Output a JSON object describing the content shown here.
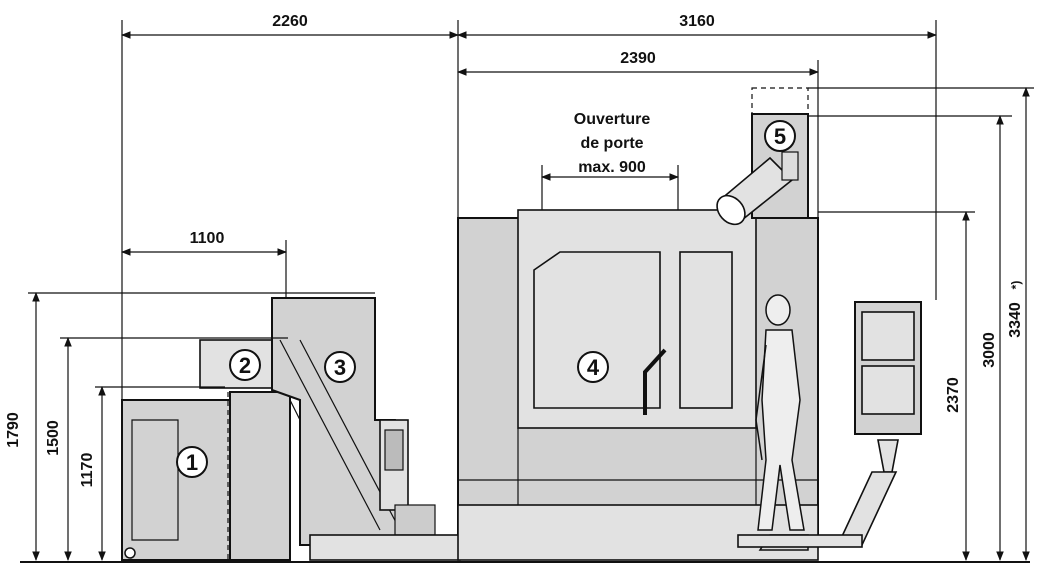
{
  "dimensions": {
    "top_left_width": "2260",
    "top_right_width": "3160",
    "inner_width": "2390",
    "chip_width": "1100",
    "door_opening_line1": "Ouverture",
    "door_opening_line2": "de porte",
    "door_opening_line3": "max. 900",
    "height_1790": "1790",
    "height_1500": "1500",
    "height_1170": "1170",
    "height_2370": "2370",
    "height_3000": "3000",
    "height_3340": "3340",
    "height_3340_note": "*)"
  },
  "callouts": {
    "c1": "1",
    "c2": "2",
    "c3": "3",
    "c4": "4",
    "c5": "5"
  }
}
